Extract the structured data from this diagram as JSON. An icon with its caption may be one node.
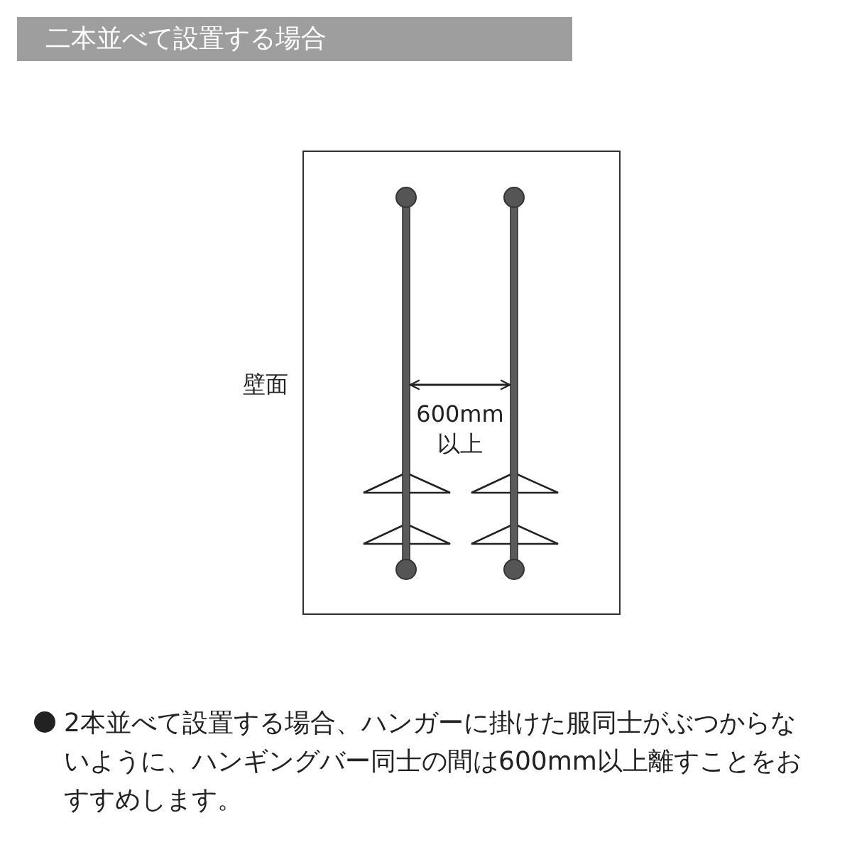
{
  "diagram": {
    "title": "二本並べて設置する場合",
    "caption": "2本並べて設置する場合、ハンガーに掛けた服同士がぶつからないように、ハンギングバー同士の間は600mm以上離すことをおすすめします。",
    "labels": [
      "壁面",
      "600mm以上"
    ]
  }
}
